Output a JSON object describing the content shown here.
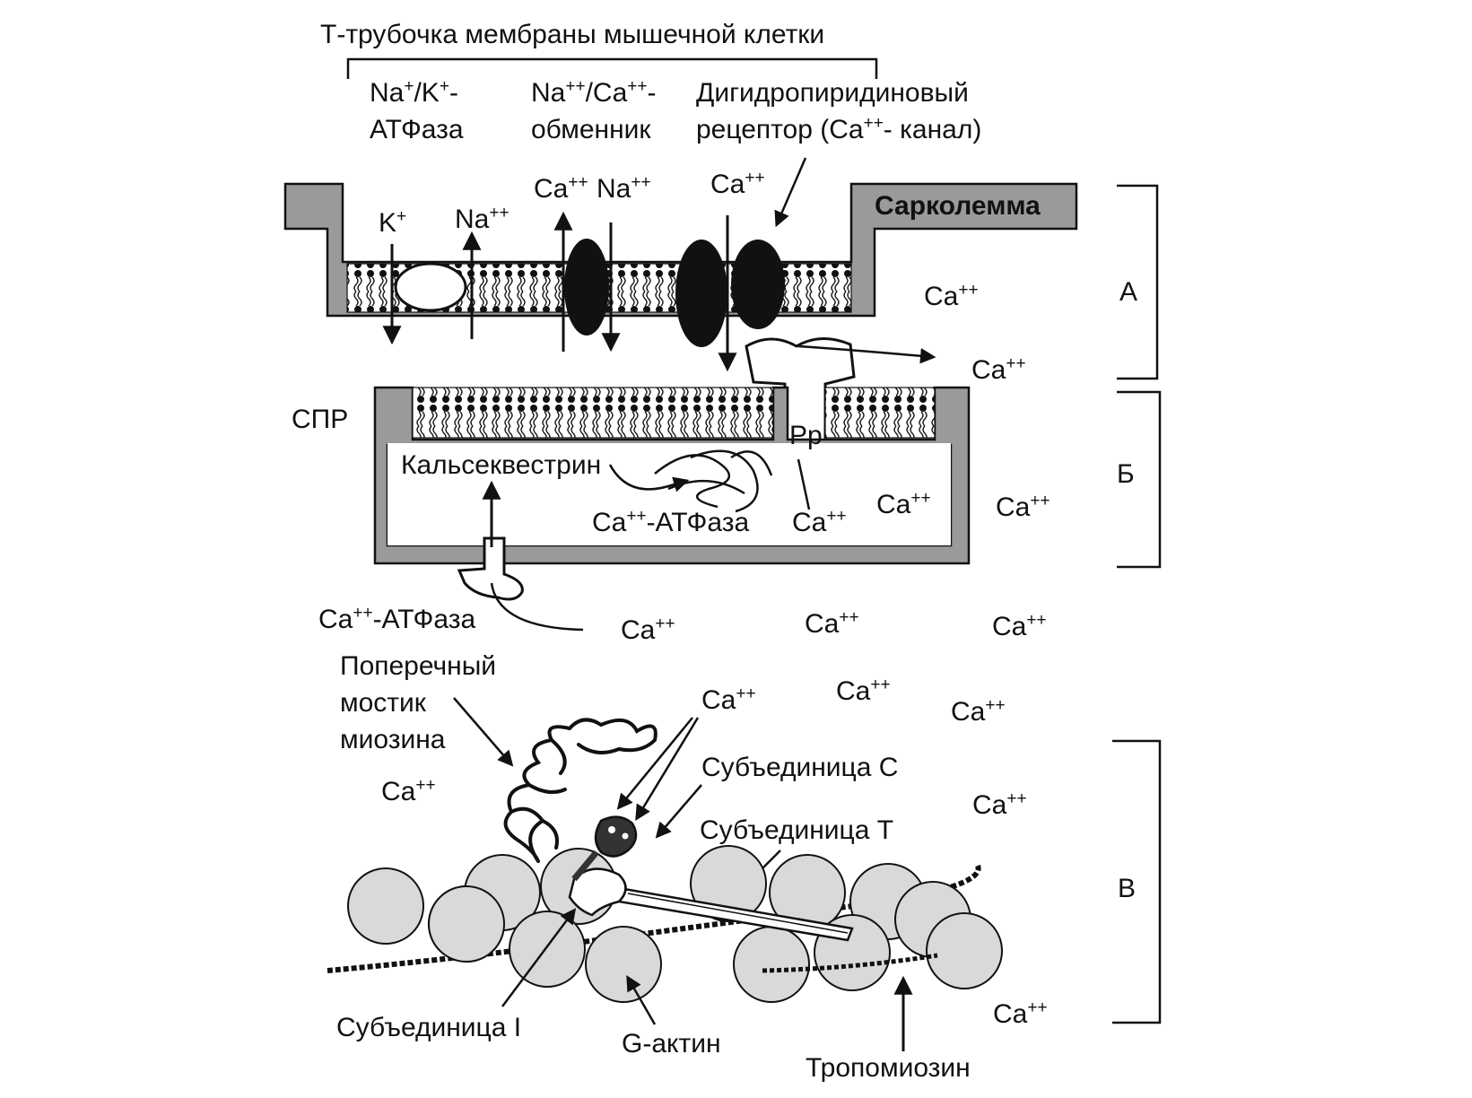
{
  "title": "Т-трубочка мембраны мышечной клетки",
  "sections": {
    "a": "А",
    "b": "Б",
    "c": "В"
  },
  "labels": {
    "na_k_atpase": {
      "line1_pre": "Na",
      "line1_sup1": "+",
      "line1_mid": "/K",
      "line1_sup2": "+",
      "line1_post": "-",
      "line2": "АТФаза"
    },
    "na_ca_exchanger": {
      "line1_pre": "Na",
      "line1_sup1": "++",
      "line1_mid": "/Ca",
      "line1_sup2": "++",
      "line1_post": "-",
      "line2": "обменник"
    },
    "dhp_receptor": {
      "line1": "Дигидропиридиновый",
      "line2_pre": "рецептор (Ca",
      "line2_sup": "++",
      "line2_post": "- канал)"
    },
    "sarcolemma": "Сарколемма",
    "spr": "СПР",
    "calsequestrin": "Кальсеквестрин",
    "rr": "Pp",
    "serca_inner": {
      "pre": "Ca",
      "sup": "++",
      "post": "-АТФаза"
    },
    "serca_outer": {
      "pre": "Ca",
      "sup": "++",
      "post": "-АТФаза"
    },
    "cross_bridge": {
      "line1": "Поперечный",
      "line2": "мостик",
      "line3": "миозина"
    },
    "subunit_c": "Субъединица С",
    "subunit_t": "Субъединица Т",
    "subunit_i": "Субъединица I",
    "g_actin": "G-актин",
    "tropomyosin": "Тропомиозин"
  },
  "ions": {
    "k": {
      "text": "K",
      "sup": "+"
    },
    "na": {
      "text": "Na",
      "sup": "++"
    },
    "ca": {
      "text": "Ca",
      "sup": "++"
    }
  },
  "colors": {
    "ink": "#111111",
    "membrane_gray": "#9a9a9a",
    "actin_bead": "#d9d9d9",
    "background": "#ffffff"
  }
}
